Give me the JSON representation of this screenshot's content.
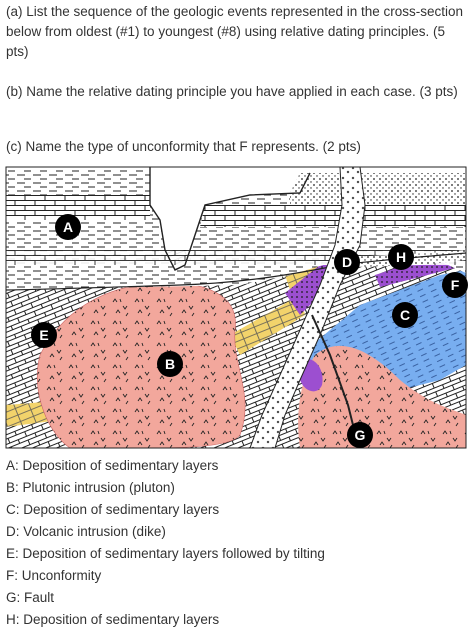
{
  "questions": {
    "a": "(a) List the sequence of the geologic events represented in the cross-section below from oldest (#1) to youngest (#8) using relative dating principles. (5 pts)",
    "b": "(b) Name the relative dating principle you have applied in each case. (3 pts)",
    "c": "(c) Name the type of unconformity that F represents. (2 pts)"
  },
  "diagram": {
    "labels": [
      "A",
      "B",
      "C",
      "D",
      "E",
      "F",
      "G",
      "H"
    ]
  },
  "legend": [
    "A: Deposition of sedimentary layers",
    "B: Plutonic intrusion (pluton)",
    "C: Deposition of sedimentary layers",
    "D: Volcanic intrusion (dike)",
    "E: Deposition of sedimentary layers followed by tilting",
    "F: Unconformity",
    "G: Fault",
    "H: Deposition of sedimentary layers"
  ],
  "colors": {
    "pluton": "#f2a79c",
    "layer_c": "#78aef0",
    "layer_yellow": "#f2d36b",
    "purple": "#9c4fd0",
    "marker": "#000000"
  }
}
